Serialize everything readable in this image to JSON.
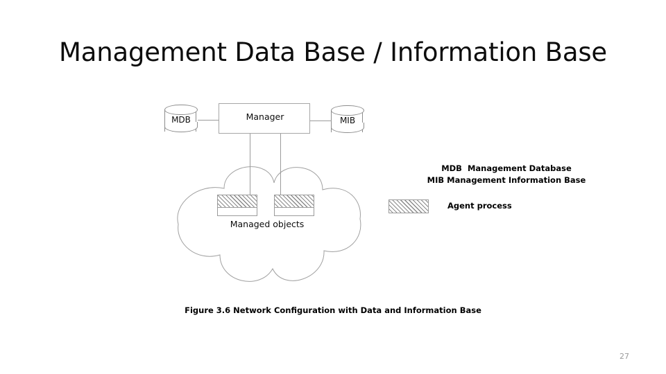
{
  "slide": {
    "title": "Management Data Base / Information Base",
    "page_number": "27",
    "background_color": "#ffffff"
  },
  "diagram": {
    "caption": "Figure 3.6 Network Configuration with Data and Information Base",
    "manager": {
      "label": "Manager",
      "shape": "rectangle"
    },
    "databases": [
      {
        "id": "mdb",
        "label": "MDB",
        "shape": "cylinder"
      },
      {
        "id": "mib",
        "label": "MIB",
        "shape": "cylinder"
      }
    ],
    "cloud": {
      "label": "Managed objects",
      "shape": "cloud",
      "stroke_color": "#a0a0a0"
    },
    "managed_objects": [
      {
        "id": "agent-1",
        "fill": "hatched"
      },
      {
        "id": "agent-2",
        "fill": "hatched"
      }
    ],
    "connectors": [
      {
        "from": "mdb",
        "to": "manager",
        "orientation": "horizontal"
      },
      {
        "from": "manager",
        "to": "mib",
        "orientation": "horizontal"
      },
      {
        "from": "manager",
        "to": "agent-1",
        "orientation": "vertical"
      },
      {
        "from": "manager",
        "to": "agent-2",
        "orientation": "vertical"
      }
    ]
  },
  "legend": {
    "abbreviations": [
      "MDB  Management Database",
      "MIB Management Information Base"
    ],
    "agent_process": {
      "label": "Agent process",
      "swatch": "hatched"
    }
  }
}
